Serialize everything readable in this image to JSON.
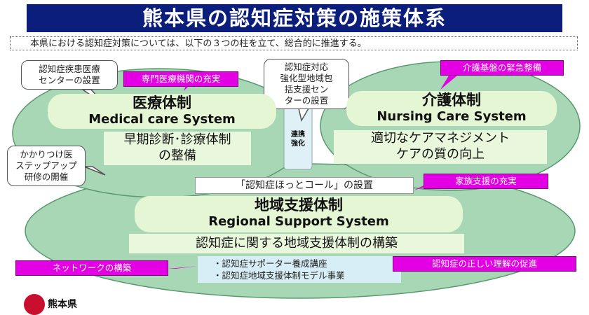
{
  "header": {
    "title": "熊本県の認知症対策の施策体系",
    "intro": "本県における認知症対策については、以下の３つの柱を立て、総合的に推進する。"
  },
  "medical": {
    "title_jp": "医療体制",
    "title_en": "Medical care System",
    "body": [
      "早期診断･診療体制",
      "の整備"
    ],
    "callout_center": [
      "認知症疾患医療",
      "センターの設置"
    ],
    "callout_specialist": "専門医療機関の充実",
    "callout_gp": [
      "かかりつけ医",
      "ステップアップ",
      "研修の開催"
    ]
  },
  "nursing": {
    "title_jp": "介護体制",
    "title_en": "Nursing Care System",
    "body": [
      "適切なケアマネジメント",
      "ケアの質の向上"
    ],
    "callout_emergency": "介護基盤の緊急整備"
  },
  "link": {
    "callout_center": [
      "認知症対応",
      "強化型地域包",
      "括支援セン",
      "ターの設置"
    ],
    "strengthen": [
      "連携",
      "強化"
    ]
  },
  "regional": {
    "hotcall": "「認知症ほっとコール」の設置",
    "callout_family": "家族支援の充実",
    "title_jp": "地域支援体制",
    "title_en": "Regional Support System",
    "body": "認知症に関する地域支援体制の構築",
    "items": [
      "・認知症サポーター養成講座",
      "・認知症地域支援体制モデル事業"
    ],
    "callout_network": "ネットワークの構築",
    "callout_understanding": "認知症の正しい理解の促進"
  },
  "footer": {
    "org": "熊本県"
  },
  "colors": {
    "title_bg": "#0b1e7c",
    "ellipse_fill": "#a8d7b6",
    "pill_fill": "#e5f6d5",
    "magenta": "#e400e4"
  }
}
